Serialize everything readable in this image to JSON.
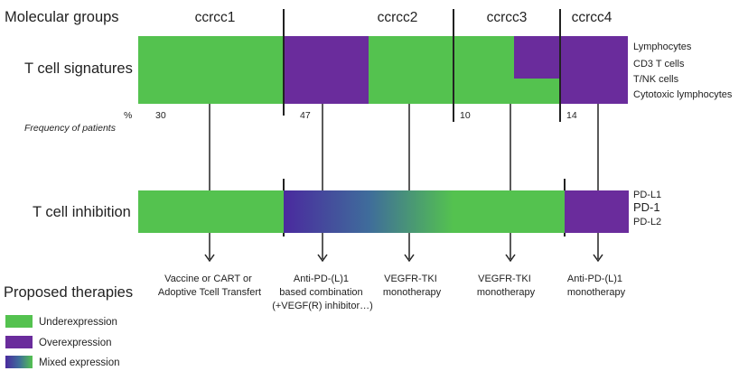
{
  "colors": {
    "under": "#54C24F",
    "over": "#6A2C9C",
    "mixed_start": "#4A2A9E",
    "mixed_mid": "#3F6C9B",
    "mixed_end": "#54C24F"
  },
  "row_labels": {
    "molecular_groups": "Molecular groups",
    "t_cell_signatures": "T cell signatures",
    "t_cell_inhibition": "T cell inhibition",
    "proposed_therapies": "Proposed therapies"
  },
  "groups": [
    "ccrcc1",
    "ccrcc2",
    "ccrcc3",
    "ccrcc4"
  ],
  "frequency": {
    "percent_symbol": "%",
    "label": "Frequency of patients",
    "values": [
      "30",
      "47",
      "10",
      "14"
    ]
  },
  "signatures_legend": [
    "Lymphocytes",
    "CD3 T cells",
    "T/NK cells",
    "Cytotoxic lymphocytes"
  ],
  "inhibition_legend": [
    "PD-L1",
    "PD-1",
    "PD-L2"
  ],
  "therapies": [
    [
      "Vaccine or CART or",
      "Adoptive Tcell Transfert"
    ],
    [
      "Anti-PD-(L)1",
      "based combination",
      "(+VEGF(R) inhibitor…)"
    ],
    [
      "VEGFR-TKI",
      "monotherapy"
    ],
    [
      "VEGFR-TKI",
      "monotherapy"
    ],
    [
      "Anti-PD-(L)1",
      "monotherapy"
    ]
  ],
  "legend": [
    {
      "label": "Underexpression",
      "type": "under"
    },
    {
      "label": "Overexpression",
      "type": "over"
    },
    {
      "label": "Mixed expression",
      "type": "mixed"
    }
  ]
}
